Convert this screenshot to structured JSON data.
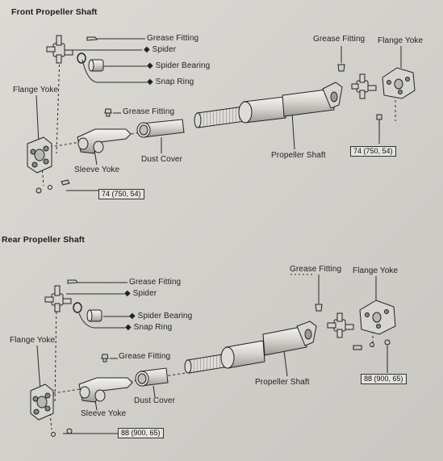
{
  "front": {
    "title": "Front Propeller Shaft",
    "labels": {
      "grease_fitting_left": "Grease Fitting",
      "spider": "Spider",
      "spider_bearing": "Spider Bearing",
      "snap_ring": "Snap Ring",
      "grease_fitting_mid": "Grease Fitting",
      "grease_fitting_right": "Grease Fitting",
      "flange_yoke_right": "Flange Yoke",
      "flange_yoke_left": "Flange Yoke",
      "sleeve_yoke": "Sleeve Yoke",
      "dust_cover": "Dust Cover",
      "propeller_shaft": "Propeller Shaft"
    },
    "torque_right": "74 (750, 54)",
    "torque_left": "74 (750, 54)"
  },
  "rear": {
    "title": "Rear Propeller Shaft",
    "labels": {
      "grease_fitting_left": "Grease Fitting",
      "spider": "Spider",
      "spider_bearing": "Spider Bearing",
      "snap_ring": "Snap Ring",
      "grease_fitting_mid": "Grease Fitting",
      "grease_fitting_right": "Grease Fitting",
      "flange_yoke_right": "Flange Yoke",
      "flange_yoke_left": "Flange Yoke",
      "sleeve_yoke": "Sleeve Yoke",
      "dust_cover": "Dust Cover",
      "propeller_shaft": "Propeller Shaft"
    },
    "torque_right": "88 (900, 65)",
    "torque_left": "88 (900, 65)"
  }
}
